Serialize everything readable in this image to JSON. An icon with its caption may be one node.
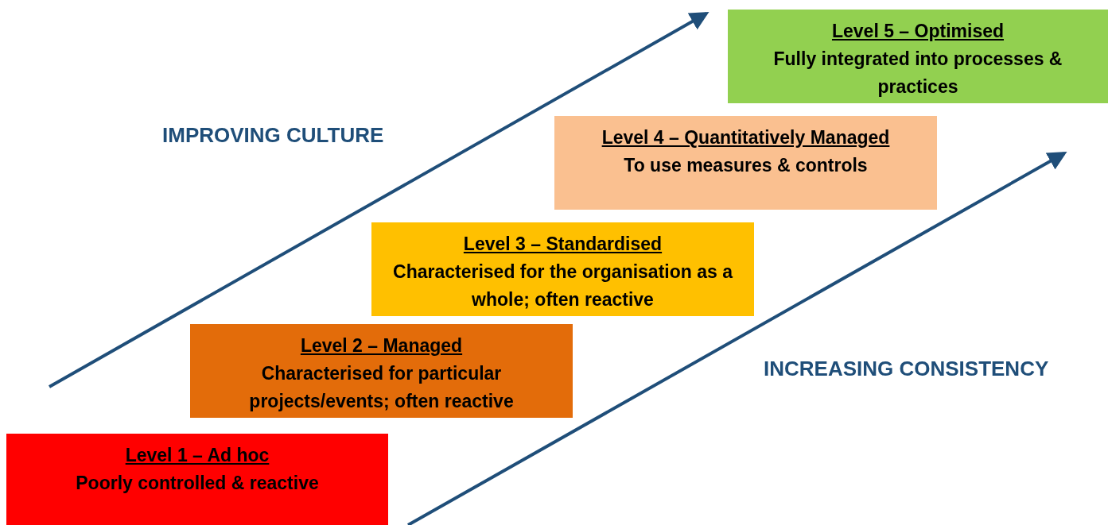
{
  "diagram": {
    "nodes": [
      {
        "text": [
          "Level 1 – Ad hoc",
          "Poorly controlled & reactive"
        ]
      },
      {
        "text": [
          "Level 2 – Managed",
          "Characterised for particular projects/events; often reactive"
        ]
      },
      {
        "text": [
          "Level 3 – Standardised",
          "Characterised for the organisation as a whole; often reactive"
        ]
      },
      {
        "text": [
          "Level 4 – Quantitatively Managed",
          "To use measures & controls"
        ]
      },
      {
        "text": [
          "Level 5 – Optimised",
          "Fully integrated into processes & practices"
        ]
      }
    ],
    "labels": [
      "IMPROVING CULTURE",
      "INCREASING CONSISTENCY"
    ]
  }
}
